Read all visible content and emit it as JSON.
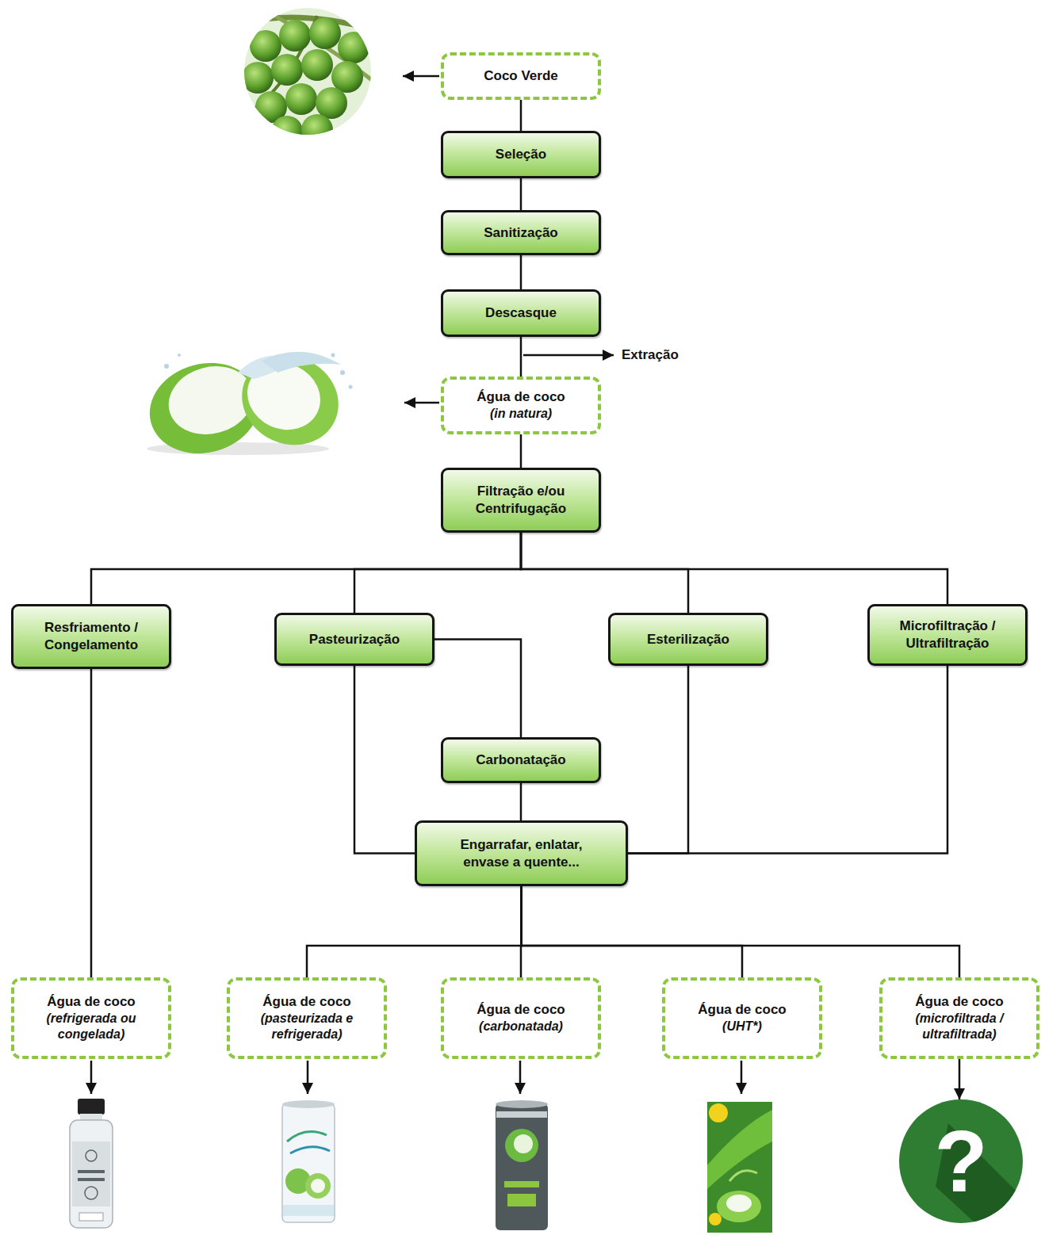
{
  "diagram": {
    "nodes": [
      {
        "text": [
          "Coco Verde"
        ]
      },
      {
        "text": [
          "Seleção"
        ]
      },
      {
        "text": [
          "Sanitização"
        ]
      },
      {
        "text": [
          "Descasque"
        ]
      },
      {
        "text": [
          "Água de coco",
          "(in natura)"
        ]
      },
      {
        "text": [
          "Filtração e/ou Centrifugação"
        ]
      },
      {
        "text": [
          "Resfriamento / Congelamento"
        ]
      },
      {
        "text": [
          "Pasteurização"
        ]
      },
      {
        "text": [
          "Esterilização"
        ]
      },
      {
        "text": [
          "Microfiltração / Ultrafiltração"
        ]
      },
      {
        "text": [
          "Carbonatação"
        ]
      },
      {
        "text": [
          "Engarrafar, enlatar, envase a quente..."
        ]
      },
      {
        "text": [
          "Água de coco",
          "(refrigerada ou congelada)"
        ]
      },
      {
        "text": [
          "Água de coco",
          "(pasteurizada e refrigerada)"
        ]
      },
      {
        "text": [
          "Água de coco",
          "(carbonatada)"
        ]
      },
      {
        "text": [
          "Água de coco",
          "(UHT*)"
        ]
      },
      {
        "text": [
          "Água de coco",
          "(microfiltrada / ultrafiltrada)"
        ]
      },
      {
        "text": [
          "?"
        ]
      }
    ],
    "edges": [
      {
        "from": 0,
        "to": 1,
        "arrow": "none"
      },
      {
        "from": 1,
        "to": 2,
        "arrow": "none"
      },
      {
        "from": 2,
        "to": 3,
        "arrow": "none"
      },
      {
        "from": 3,
        "to": 4,
        "arrow": "none"
      },
      {
        "from": 4,
        "to": 5,
        "arrow": "none"
      },
      {
        "from": 5,
        "to": 6,
        "arrow": "none"
      },
      {
        "from": 5,
        "to": 7,
        "arrow": "none"
      },
      {
        "from": 5,
        "to": 8,
        "arrow": "none"
      },
      {
        "from": 5,
        "to": 9,
        "arrow": "none"
      },
      {
        "from": 6,
        "to": 12,
        "arrow": "none"
      },
      {
        "from": 7,
        "to": 10,
        "arrow": "none"
      },
      {
        "from": 7,
        "to": 11,
        "arrow": "none"
      },
      {
        "from": 10,
        "to": 11,
        "arrow": "none"
      },
      {
        "from": 8,
        "to": 11,
        "arrow": "none"
      },
      {
        "from": 9,
        "to": 11,
        "arrow": "none"
      },
      {
        "from": 11,
        "to": 13,
        "arrow": "none"
      },
      {
        "from": 11,
        "to": 14,
        "arrow": "none"
      },
      {
        "from": 11,
        "to": 15,
        "arrow": "none"
      },
      {
        "from": 11,
        "to": 16,
        "arrow": "none"
      },
      {
        "from": 16,
        "to": 17,
        "arrow": "to"
      }
    ],
    "labels": [
      "Extração"
    ]
  }
}
